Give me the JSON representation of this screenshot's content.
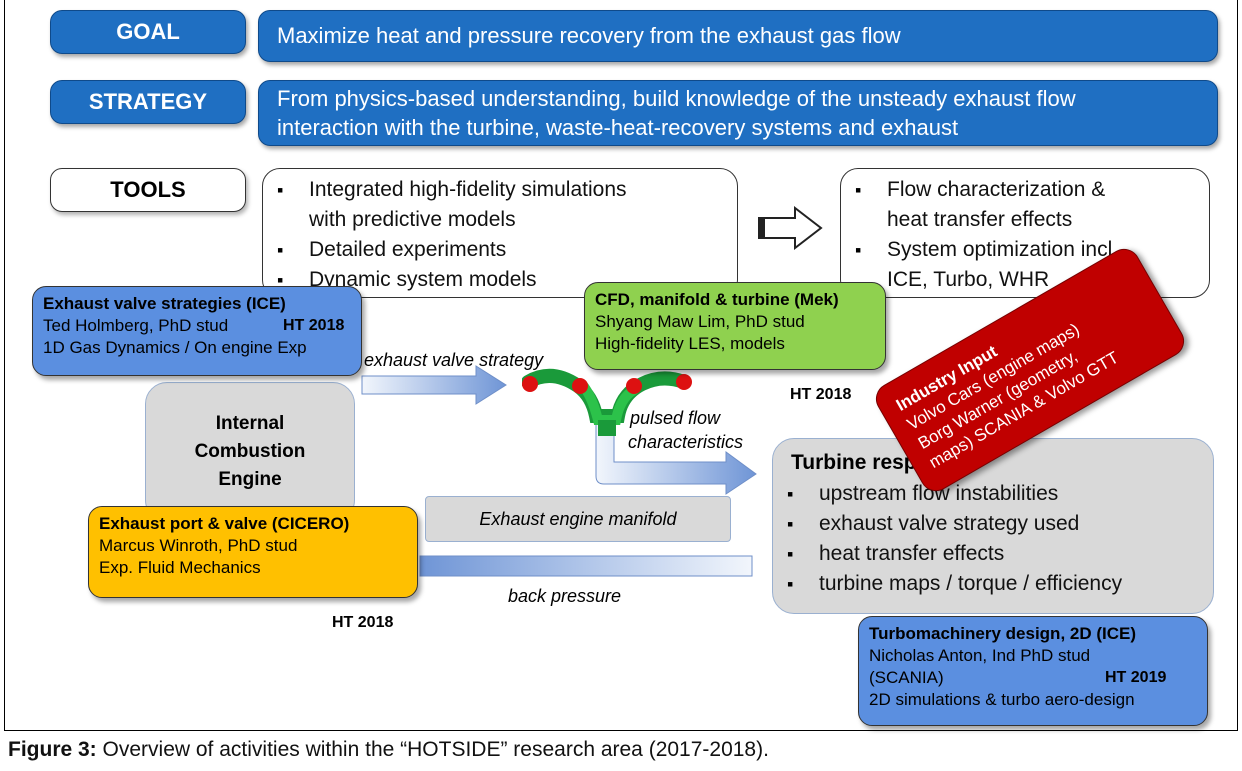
{
  "goal": {
    "label": "GOAL",
    "text": "Maximize heat and pressure recovery from the exhaust gas flow"
  },
  "strategy": {
    "label": "STRATEGY",
    "line1": "From physics-based understanding, build knowledge of the unsteady exhaust flow",
    "line2": "interaction with the turbine, waste-heat-recovery systems and exhaust"
  },
  "tools": {
    "label": "TOOLS",
    "left_items": [
      "Integrated high-fidelity simulations",
      "with predictive models",
      "Detailed experiments",
      "Dynamic system models"
    ],
    "right_items": [
      "Flow characterization &",
      "heat transfer effects",
      "System optimization incl.",
      "ICE, Turbo, WHR"
    ]
  },
  "cards": {
    "exhaust_valve": {
      "title": "Exhaust valve strategies (ICE)",
      "line1": "Ted Holmberg, PhD stud",
      "line2": "1D Gas Dynamics / On engine Exp",
      "ht": "HT 2018"
    },
    "cfd": {
      "title": "CFD, manifold & turbine (Mek)",
      "line1": "Shyang Maw Lim, PhD stud",
      "line2": "High-fidelity LES, models",
      "ht": "HT 2018"
    },
    "exhaust_port": {
      "title": "Exhaust port & valve (CICERO)",
      "line1": "Marcus Winroth, PhD stud",
      "line2": "Exp. Fluid Mechanics",
      "ht": "HT 2018"
    },
    "turbo": {
      "title": "Turbomachinery design, 2D (ICE)",
      "line1": "Nicholas Anton, Ind PhD stud",
      "line2": "(SCANIA)",
      "line3": "2D simulations & turbo aero-design",
      "ht": "HT 2019"
    },
    "industry": {
      "title": "Industry Input",
      "line1": "Volvo Cars (engine maps)",
      "line2": "Borg Warner (geometry,",
      "line3": "maps) SCANIA & Volvo GTT"
    }
  },
  "engine": {
    "l1": "Internal",
    "l2": "Combustion",
    "l3": "Engine"
  },
  "manifold_label": "Exhaust engine manifold",
  "flow_labels": {
    "valve_strategy": "exhaust valve strategy",
    "pulsed1": "pulsed flow",
    "pulsed2": "characteristics",
    "back_pressure": "back pressure"
  },
  "turbine": {
    "title": "Turbine resp",
    "items": [
      "upstream flow instabilities",
      "exhaust valve strategy used",
      "heat transfer effects",
      "turbine maps / torque / efficiency"
    ]
  },
  "caption": {
    "prefix": "Figure 3:",
    "text": " Overview of activities within the “HOTSIDE” research area (2017-2018)."
  },
  "colors": {
    "blue": "#1f6fc2",
    "card_blue": "#5b8fe0",
    "card_green": "#8fd14f",
    "card_orange": "#ffc000",
    "industry_red": "#c00000",
    "grey": "#d9d9d9"
  }
}
